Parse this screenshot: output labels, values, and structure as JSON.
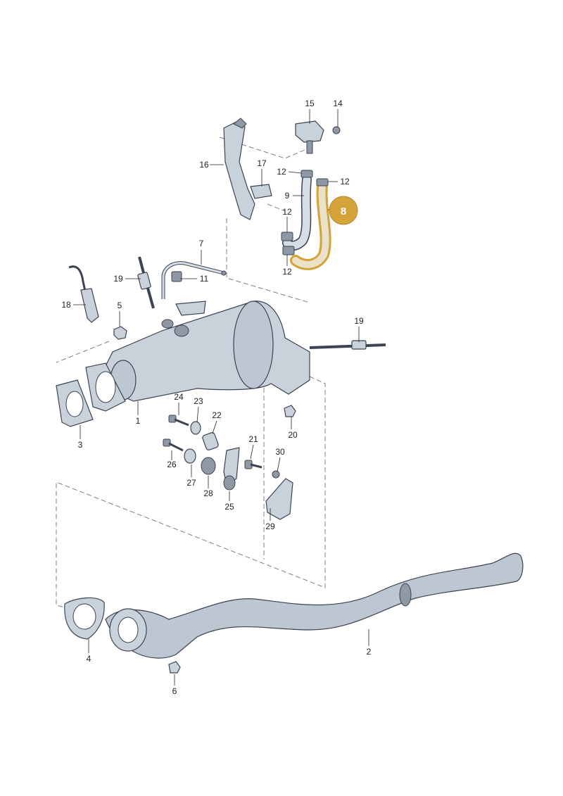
{
  "callout": {
    "label": "8",
    "color": "#d4a33a"
  },
  "colors": {
    "highlight": "#d4a33a",
    "metal": "#c9d2db",
    "outline": "#3b4450"
  },
  "labels": {
    "l1": "1",
    "l2": "2",
    "l3": "3",
    "l4": "4",
    "l5": "5",
    "l6": "6",
    "l7": "7",
    "l9": "9",
    "l11": "11",
    "l12a": "12",
    "l12b": "12",
    "l12c": "12",
    "l12d": "12",
    "l14": "14",
    "l15": "15",
    "l16": "16",
    "l17": "17",
    "l18": "18",
    "l19a": "19",
    "l19b": "19",
    "l20": "20",
    "l21": "21",
    "l22": "22",
    "l23": "23",
    "l24": "24",
    "l25": "25",
    "l26": "26",
    "l27": "27",
    "l28": "28",
    "l29": "29",
    "l30": "30"
  }
}
